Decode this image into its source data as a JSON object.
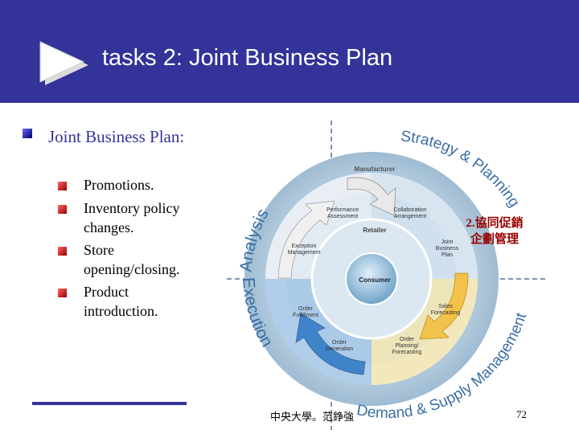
{
  "slide": {
    "title": "tasks 2: Joint Business Plan",
    "main_bullet": "Joint Business Plan:",
    "sub_bullets": [
      "Promotions.",
      "Inventory policy changes.",
      "Store opening/closing.",
      "Product introduction."
    ],
    "footer": "中央大學。范錚強",
    "page_number": "72"
  },
  "annotation": {
    "line1": "2.協同促銷",
    "line2": "企劃管理"
  },
  "diagram": {
    "manufacturer": "Manufacturer",
    "retailer": "Retailer",
    "consumer": "Consumer",
    "ring_analysis": "Analysis",
    "ring_strategy": "Strategy & Planning",
    "ring_execution": "Execution",
    "ring_demand": "Demand & Supply Management",
    "stages": {
      "performance": [
        "Performance",
        "Assessment"
      ],
      "collaboration": [
        "Collaboration",
        "Arrangement"
      ],
      "exception": [
        "Exception",
        "Management"
      ],
      "jbp": [
        "Joint",
        "Business",
        "Plan"
      ],
      "sales": [
        "Sales",
        "Forecasting"
      ],
      "fulfillment": [
        "Order",
        "Fulfillment"
      ],
      "generation": [
        "Order",
        "Generation"
      ],
      "planning": [
        "Order",
        "Planning/",
        "Forecasting"
      ]
    }
  },
  "colors": {
    "title_bar": "#333399",
    "text_blue": "#333399",
    "annotation": "#990000"
  }
}
